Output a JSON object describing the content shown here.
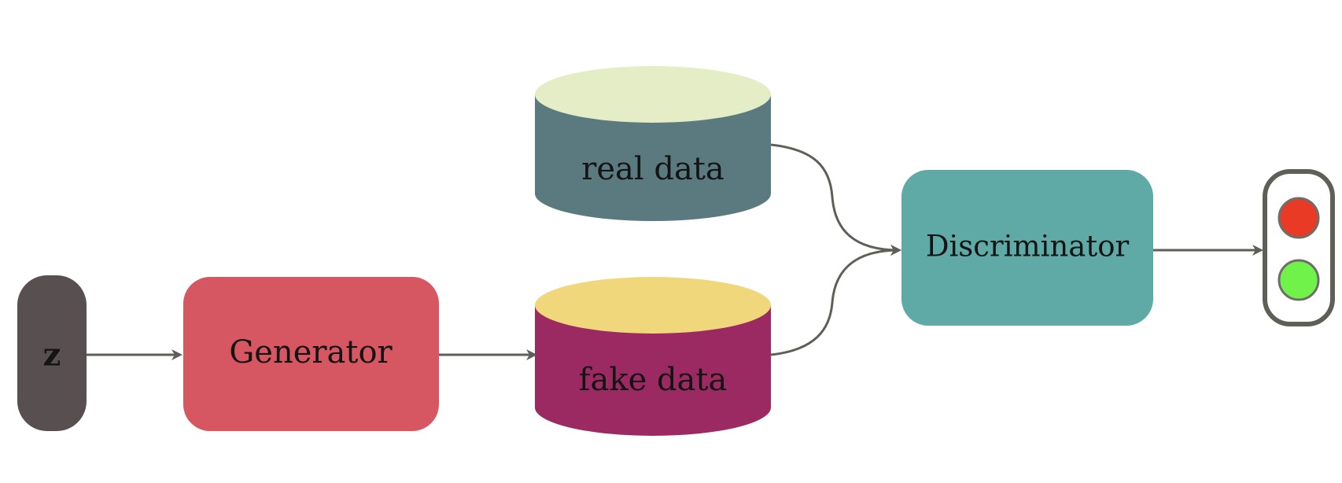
{
  "diagram": {
    "nodes": {
      "z": {
        "label": "z",
        "color": "#584f51"
      },
      "generator": {
        "label": "Generator",
        "color": "#d65761"
      },
      "fake_data": {
        "label": "fake data",
        "body_color": "#9b2a63",
        "top_color": "#f1d77c"
      },
      "real_data": {
        "label": "real data",
        "body_color": "#5b7a80",
        "top_color": "#e5edc7"
      },
      "discriminator": {
        "label": "Discriminator",
        "color": "#5faaa6"
      },
      "output_light": {
        "icon": "traffic-light-icon",
        "lights": [
          "red",
          "green"
        ],
        "colors": [
          "#e83a24",
          "#70f24a"
        ]
      }
    },
    "edges": [
      {
        "from": "z",
        "to": "generator"
      },
      {
        "from": "generator",
        "to": "fake_data"
      },
      {
        "from": "real_data",
        "to": "discriminator"
      },
      {
        "from": "fake_data",
        "to": "discriminator"
      },
      {
        "from": "discriminator",
        "to": "output_light"
      }
    ],
    "edge_color": "#5e5f57"
  }
}
